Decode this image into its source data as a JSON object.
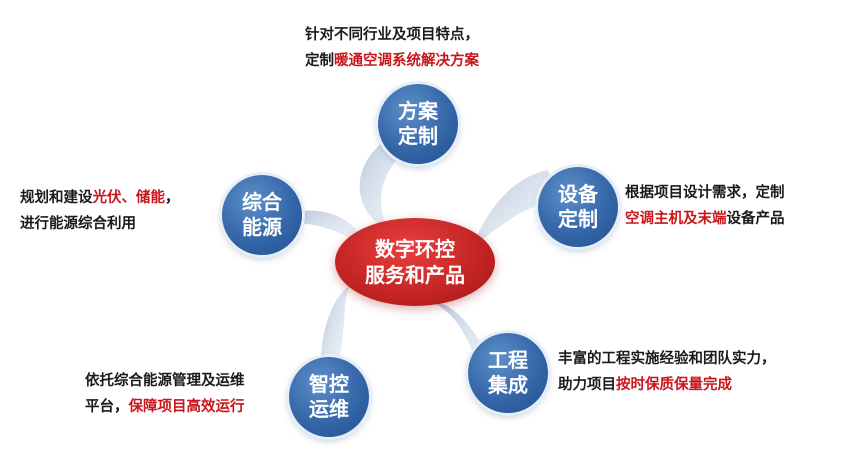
{
  "hub": {
    "line1": "数字环控",
    "line2": "服务和产品"
  },
  "nodes": {
    "plan": {
      "line1": "方案",
      "line2": "定制"
    },
    "equip": {
      "line1": "设备",
      "line2": "定制"
    },
    "eng": {
      "line1": "工程",
      "line2": "集成"
    },
    "ops": {
      "line1": "智控",
      "line2": "运维"
    },
    "energy": {
      "line1": "综合",
      "line2": "能源"
    }
  },
  "descriptions": {
    "plan": {
      "l1": "针对不同行业及项目特点，",
      "l2a": "定制",
      "l2b": "暖通空调系统解决方案"
    },
    "equip": {
      "l1": "根据项目设计需求，定制",
      "l2a": "空调主机及末端",
      "l2b": "设备产品"
    },
    "eng": {
      "l1": "丰富的工程实施经验和团队实力，",
      "l2a": "助力项目",
      "l2b": "按时保质保量完成"
    },
    "ops": {
      "l1": "依托综合能源管理及运维",
      "l2a": "平台，",
      "l2b": "保障项目高效运行"
    },
    "energy": {
      "l1a": "规划和建设",
      "l1b": "光伏、储能",
      "l1c": "，",
      "l2": "进行能源综合利用"
    }
  },
  "colors": {
    "node_blue": "#3466a8",
    "hub_red": "#c32323",
    "highlight_red": "#c8161d",
    "arm_gray": "#b8c6d8"
  }
}
